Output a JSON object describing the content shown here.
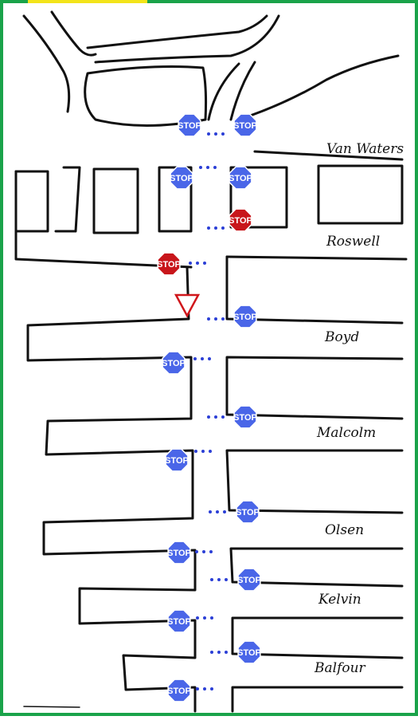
{
  "map": {
    "streets": [
      "Van Waters",
      "Roswell",
      "Boyd",
      "Malcolm",
      "Olsen",
      "Kelvin",
      "Balfour"
    ],
    "stop_sign_label": "STOP",
    "colors": {
      "frame": "#1aa34a",
      "accent_top": "#f3e41a",
      "road_outline": "#111111",
      "stop_blue": "#4a66e8",
      "stop_red": "#c8161b",
      "dots": "#2b3fd6",
      "yield": "#d0161b"
    }
  }
}
